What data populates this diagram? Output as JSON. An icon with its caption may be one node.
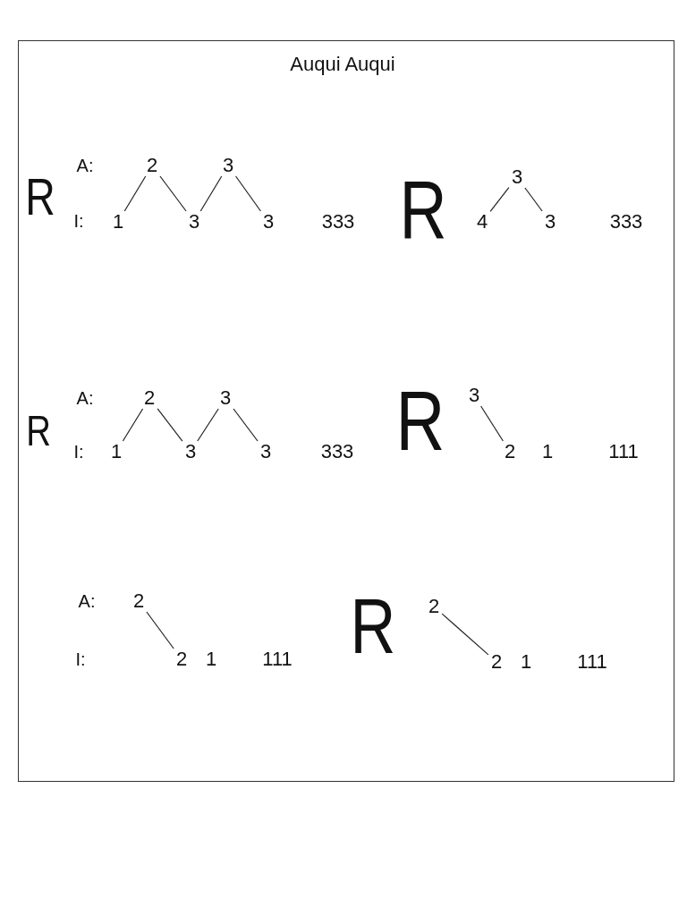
{
  "diagram": {
    "title": "Auqui Auqui",
    "nodes": [
      {
        "text": [
          "2"
        ]
      },
      {
        "text": [
          "3"
        ]
      },
      {
        "text": [
          "1"
        ]
      },
      {
        "text": [
          "3"
        ]
      },
      {
        "text": [
          "3"
        ]
      },
      {
        "text": [
          "3"
        ]
      },
      {
        "text": [
          "4"
        ]
      },
      {
        "text": [
          "3"
        ]
      },
      {
        "text": [
          "2"
        ]
      },
      {
        "text": [
          "3"
        ]
      },
      {
        "text": [
          "1"
        ]
      },
      {
        "text": [
          "3"
        ]
      },
      {
        "text": [
          "3"
        ]
      },
      {
        "text": [
          "3"
        ]
      },
      {
        "text": [
          "2"
        ]
      },
      {
        "text": [
          "2"
        ]
      },
      {
        "text": [
          "2"
        ]
      },
      {
        "text": [
          "2"
        ]
      },
      {
        "text": [
          "2"
        ]
      }
    ],
    "edges": [
      {
        "from": 2,
        "to": 0,
        "arrow": "none"
      },
      {
        "from": 0,
        "to": 3,
        "arrow": "none"
      },
      {
        "from": 3,
        "to": 1,
        "arrow": "none"
      },
      {
        "from": 1,
        "to": 4,
        "arrow": "none"
      },
      {
        "from": 5,
        "to": 6,
        "arrow": "none"
      },
      {
        "from": 5,
        "to": 7,
        "arrow": "none"
      },
      {
        "from": 10,
        "to": 8,
        "arrow": "none"
      },
      {
        "from": 8,
        "to": 11,
        "arrow": "none"
      },
      {
        "from": 11,
        "to": 9,
        "arrow": "none"
      },
      {
        "from": 9,
        "to": 12,
        "arrow": "none"
      },
      {
        "from": 13,
        "to": 14,
        "arrow": "none"
      },
      {
        "from": 15,
        "to": 16,
        "arrow": "none"
      },
      {
        "from": 17,
        "to": 18,
        "arrow": "none"
      }
    ],
    "labels": [
      "R",
      "A:",
      "I:",
      "333",
      "R",
      "333",
      "R",
      "A:",
      "I:",
      "333",
      "R",
      "1",
      "111",
      "A:",
      "I:",
      "1",
      "111",
      "R",
      "1",
      "111"
    ]
  }
}
